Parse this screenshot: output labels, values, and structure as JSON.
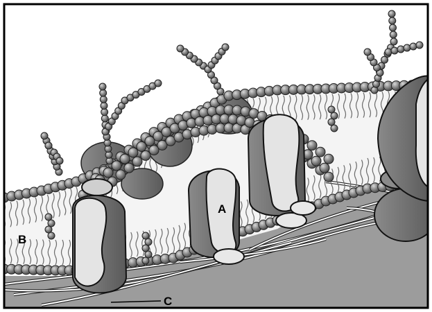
{
  "labels": {
    "a": "A",
    "b": "B",
    "c": "C"
  },
  "colors": {
    "background": "#ffffff",
    "border": "#000000",
    "cytoplasm": "#9a9a9a",
    "head": "#7a7a7a",
    "protein_dark": "#6e6e6e",
    "protein_light": "#e2e2e2",
    "tail": "#707070",
    "filament": "#ffffff"
  },
  "icons": [
    "phospholipid-head-icon",
    "glycoprotein-chain-icon",
    "channel-protein-icon",
    "cholesterol-icon"
  ]
}
